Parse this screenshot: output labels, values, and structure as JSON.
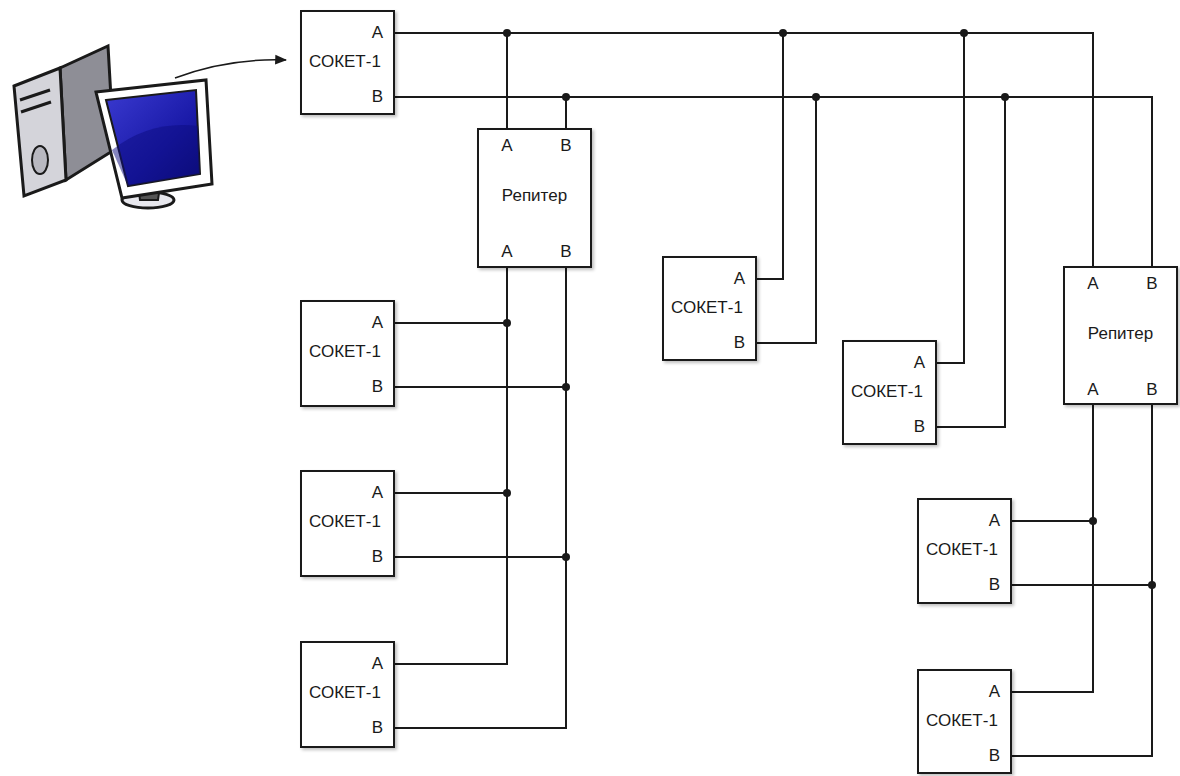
{
  "diagram": {
    "nodes": [
      {
        "text": [
          "A",
          "СОКЕТ-1",
          "B"
        ]
      },
      {
        "text": [
          "A",
          "B",
          "Репитер",
          "A",
          "B"
        ]
      },
      {
        "text": [
          "A",
          "СОКЕТ-1",
          "B"
        ]
      },
      {
        "text": [
          "A",
          "СОКЕТ-1",
          "B"
        ]
      },
      {
        "text": [
          "A",
          "СОКЕТ-1",
          "B"
        ]
      },
      {
        "text": [
          "A",
          "СОКЕТ-1",
          "B"
        ]
      },
      {
        "text": [
          "A",
          "СОКЕТ-1",
          "B"
        ]
      },
      {
        "text": [
          "A",
          "B",
          "Репитер",
          "A",
          "B"
        ]
      },
      {
        "text": [
          "A",
          "СОКЕТ-1",
          "B"
        ]
      },
      {
        "text": [
          "A",
          "СОКЕТ-1",
          "B"
        ]
      }
    ],
    "edges": [
      {
        "from": 0,
        "to": 1,
        "arrow": "none"
      },
      {
        "from": 0,
        "to": 1,
        "arrow": "none"
      },
      {
        "from": 0,
        "to": 5,
        "arrow": "none"
      },
      {
        "from": 0,
        "to": 5,
        "arrow": "none"
      },
      {
        "from": 0,
        "to": 6,
        "arrow": "none"
      },
      {
        "from": 0,
        "to": 6,
        "arrow": "none"
      },
      {
        "from": 0,
        "to": 7,
        "arrow": "none"
      },
      {
        "from": 0,
        "to": 7,
        "arrow": "none"
      },
      {
        "from": 1,
        "to": 2,
        "arrow": "none"
      },
      {
        "from": 1,
        "to": 2,
        "arrow": "none"
      },
      {
        "from": 1,
        "to": 3,
        "arrow": "none"
      },
      {
        "from": 1,
        "to": 3,
        "arrow": "none"
      },
      {
        "from": 1,
        "to": 4,
        "arrow": "none"
      },
      {
        "from": 1,
        "to": 4,
        "arrow": "none"
      },
      {
        "from": 7,
        "to": 8,
        "arrow": "none"
      },
      {
        "from": 7,
        "to": 8,
        "arrow": "none"
      },
      {
        "from": 7,
        "to": 9,
        "arrow": "none"
      },
      {
        "from": 7,
        "to": 9,
        "arrow": "none"
      }
    ]
  }
}
